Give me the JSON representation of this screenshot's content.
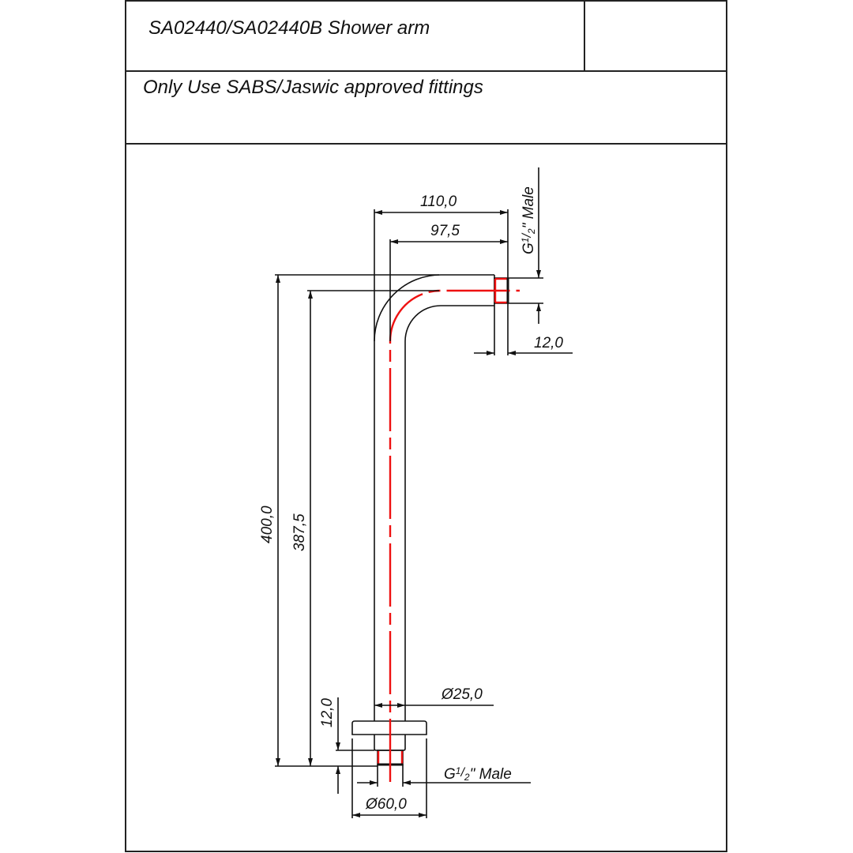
{
  "title_block": {
    "title": "SA02440/SA02440B Shower arm",
    "note": "Only Use SABS/Jaswic approved fittings"
  },
  "drawing": {
    "part_name": "Shower arm",
    "colors": {
      "outline": "#111111",
      "centerline": "#ee1111",
      "frame": "#222222"
    },
    "dimensions": {
      "overall_width": "110,0",
      "centerline_width": "97,5",
      "top_thread_length": "12,0",
      "top_thread_label_prefix": "G",
      "top_thread_label_fraction_num": "1",
      "top_thread_label_fraction_den": "2",
      "top_thread_label_suffix": "\" Male",
      "overall_height": "400,0",
      "centerline_height": "387,5",
      "bottom_thread_length": "12,0",
      "pipe_diameter": "Ø25,0",
      "bottom_thread_label_prefix": "G",
      "bottom_thread_label_fraction_num": "1",
      "bottom_thread_label_fraction_den": "2",
      "bottom_thread_label_suffix": "\" Male",
      "flange_diameter": "Ø60,0"
    }
  }
}
